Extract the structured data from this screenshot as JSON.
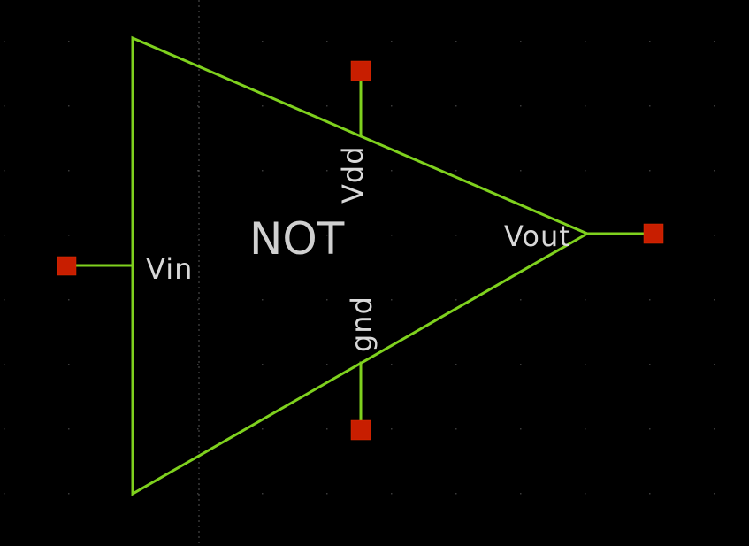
{
  "symbol": {
    "name": "NOT"
  },
  "pins": {
    "vin": "Vin",
    "vout": "Vout",
    "vdd": "Vdd",
    "gnd": "gnd"
  },
  "colors": {
    "background": "#000000",
    "wire": "#7fd11e",
    "pin": "#c81e00",
    "text": "#d8d8d8"
  }
}
